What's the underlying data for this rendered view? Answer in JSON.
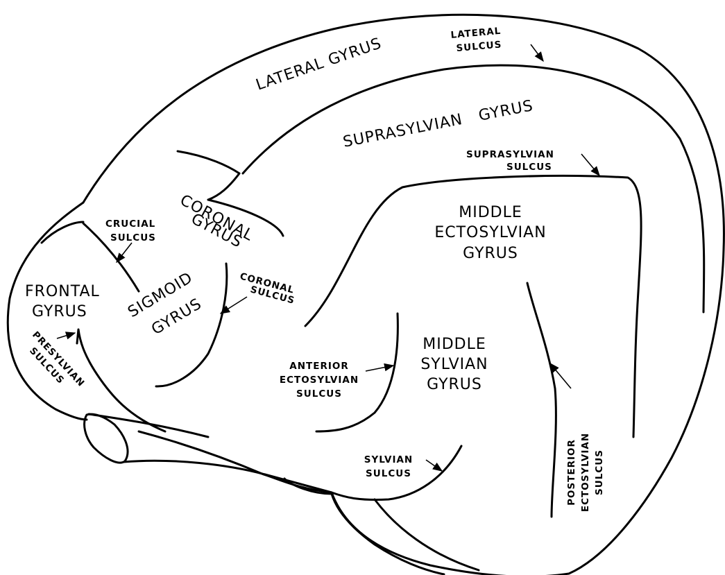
{
  "gyri": {
    "lateral": [
      "LATERAL GYRUS"
    ],
    "suprasylvian": [
      "SUPRASYLVIAN   GYRUS"
    ],
    "coronal": [
      "CORONAL",
      "GYRUS"
    ],
    "sigmoid": [
      "SIGMOID",
      "GYRUS"
    ],
    "frontal": [
      "FRONTAL",
      "GYRUS"
    ],
    "middle_ectosylvian": [
      "MIDDLE",
      "ECTOSYLVIAN",
      "GYRUS"
    ],
    "middle_sylvian": [
      "MIDDLE",
      "SYLVIAN",
      "GYRUS"
    ]
  },
  "sulci": {
    "lateral": [
      "LATERAL",
      "SULCUS"
    ],
    "suprasylvian": [
      "SUPRASYLVIAN",
      "SULCUS"
    ],
    "crucial": [
      "CRUCIAL",
      "SULCUS"
    ],
    "coronal": [
      "CORONAL",
      "SULCUS"
    ],
    "presylvian": [
      "PRESYLVIAN",
      "SULCUS"
    ],
    "anterior_ectosylvian": [
      "ANTERIOR",
      "ECTOSYLVIAN",
      "SULCUS"
    ],
    "sylvian": [
      "SYLVIAN",
      "SULCUS"
    ],
    "posterior_ectosylvian": [
      "POSTERIOR",
      "ECTOSYLVIAN",
      "SULCUS"
    ]
  }
}
